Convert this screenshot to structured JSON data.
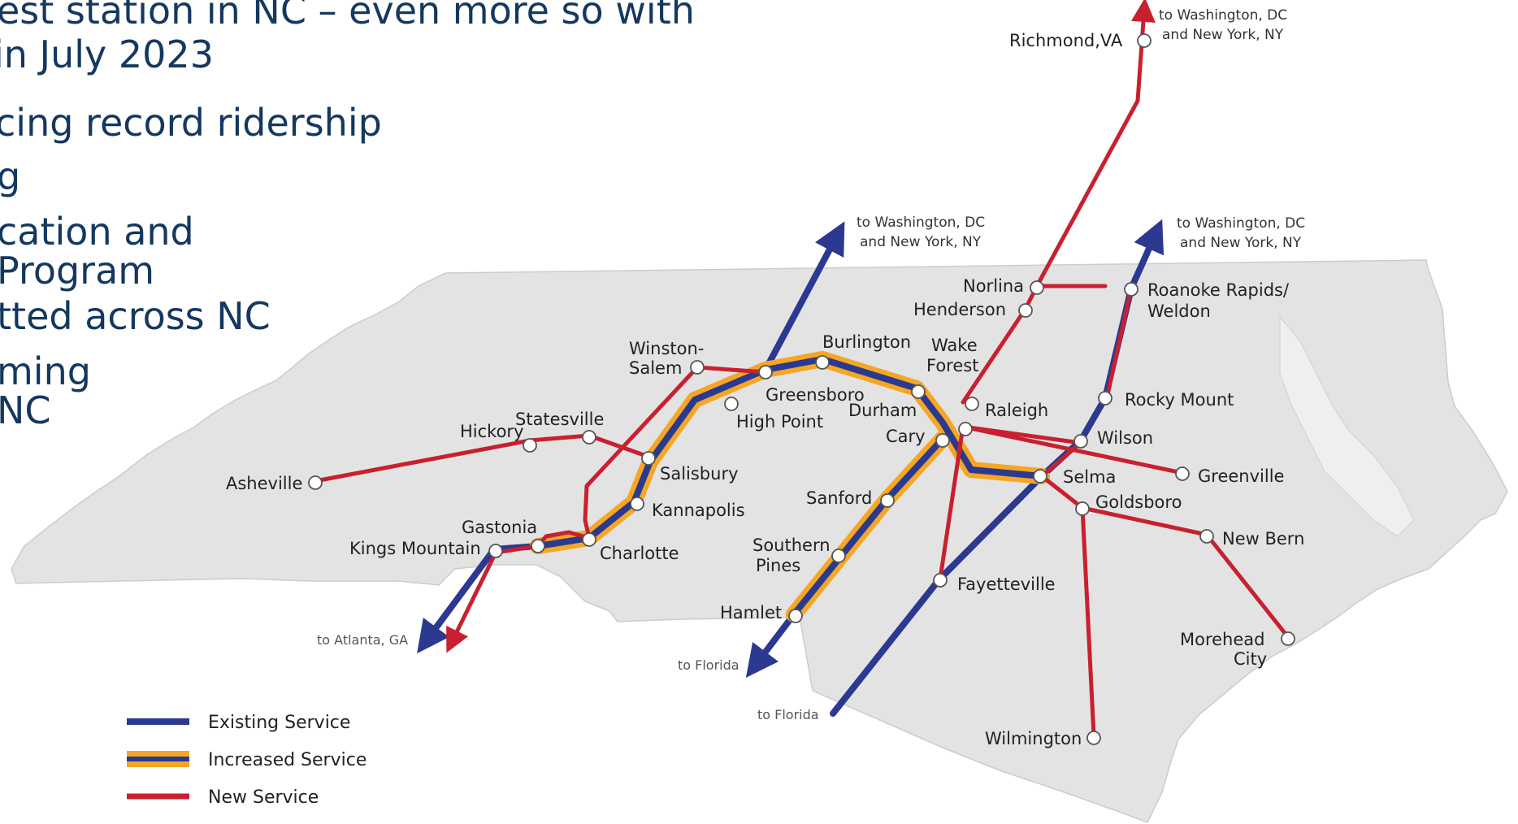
{
  "text_lines": [
    "est station in NC – even more so with",
    "in July 2023",
    "cing record ridership",
    "g",
    "cation and",
    "Program",
    "tted across NC",
    "ming",
    "NC"
  ],
  "colors": {
    "existing": "#2b3990",
    "increased": "#f5a623",
    "new": "#c8202f",
    "state_fill": "#e3e3e3",
    "text_blue": "#14385f"
  },
  "map": {
    "cities": {
      "richmond": "Richmond,VA",
      "norlina": "Norlina",
      "henderson": "Henderson",
      "roanoke_1": "Roanoke Rapids/",
      "roanoke_2": "Weldon",
      "winston_1": "Winston-",
      "winston_2": "Salem",
      "burlington": "Burlington",
      "wake_1": "Wake",
      "wake_2": "Forest",
      "greensboro": "Greensboro",
      "durham": "Durham",
      "raleigh": "Raleigh",
      "rocky_mount": "Rocky Mount",
      "high_point": "High Point",
      "cary": "Cary",
      "wilson": "Wilson",
      "statesville": "Statesville",
      "hickory": "Hickory",
      "salisbury": "Salisbury",
      "selma": "Selma",
      "greenville": "Greenville",
      "asheville": "Asheville",
      "sanford": "Sanford",
      "kannapolis": "Kannapolis",
      "goldsboro": "Goldsboro",
      "gastonia": "Gastonia",
      "kings_mountain": "Kings Mountain",
      "charlotte": "Charlotte",
      "southern_1": "Southern",
      "southern_2": "Pines",
      "new_bern": "New Bern",
      "fayetteville": "Fayetteville",
      "hamlet": "Hamlet",
      "morehead_1": "Morehead",
      "morehead_2": "City",
      "wilmington": "Wilmington"
    },
    "destinations": {
      "dc_top_1": "to Washington, DC",
      "dc_top_2": "and New York, NY",
      "dc_mid_1": "to Washington, DC",
      "dc_mid_2": "and New York, NY",
      "dc_right_1": "to Washington, DC",
      "dc_right_2": "and New York, NY",
      "atlanta": "to Atlanta, GA",
      "florida_1": "to Florida",
      "florida_2": "to Florida"
    }
  },
  "legend": [
    {
      "label": "Existing Service",
      "style": "existing"
    },
    {
      "label": "Increased Service",
      "style": "increased"
    },
    {
      "label": "New Service",
      "style": "new"
    }
  ]
}
